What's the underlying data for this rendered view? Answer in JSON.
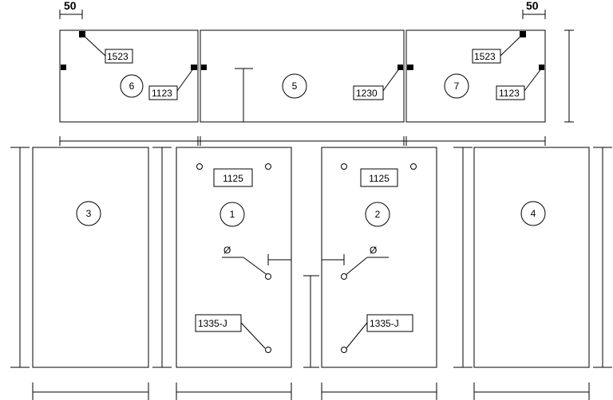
{
  "dimensions": {
    "left_top": "50",
    "right_top": "50"
  },
  "panels": {
    "p1": {
      "number": "1",
      "code": "1125",
      "hinge_code": "1335-J",
      "diameter_symbol": "Ø"
    },
    "p2": {
      "number": "2",
      "code": "1125",
      "hinge_code": "1335-J",
      "diameter_symbol": "Ø"
    },
    "p3": {
      "number": "3"
    },
    "p4": {
      "number": "4"
    },
    "p5": {
      "number": "5",
      "code": "1230"
    },
    "p6": {
      "number": "6",
      "code_top": "1523",
      "code_side": "1123"
    },
    "p7": {
      "number": "7",
      "code_top": "1523",
      "code_side": "1123"
    }
  }
}
